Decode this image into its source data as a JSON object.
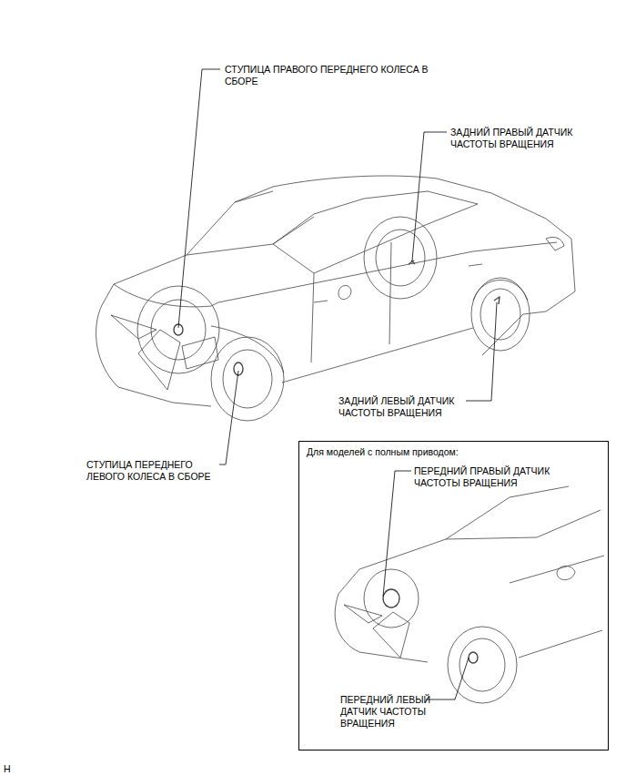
{
  "diagram": {
    "nodes": [
      {
        "text": [
          "Для моделей с полным приводом:"
        ]
      }
    ],
    "labels": [
      "СТУПИЦА ПРАВОГО ПЕРЕДНЕГО КОЛЕСА В СБОРЕ",
      "ЗАДНИЙ ПРАВЫЙ ДАТЧИК ЧАСТОТЫ ВРАЩЕНИЯ",
      "ЗАДНИЙ ЛЕВЫЙ ДАТЧИК ЧАСТОТЫ ВРАЩЕНИЯ",
      "СТУПИЦА ПЕРЕДНЕГО ЛЕВОГО КОЛЕСА В СБОРЕ",
      "ПЕРЕДНИЙ ПРАВЫЙ ДАТЧИК ЧАСТОТЫ ВРАЩЕНИЯ",
      "ПЕРЕДНИЙ ЛЕВЫЙ ДАТЧИК ЧАСТОТЫ ВРАЩЕНИЯ",
      "H"
    ]
  }
}
